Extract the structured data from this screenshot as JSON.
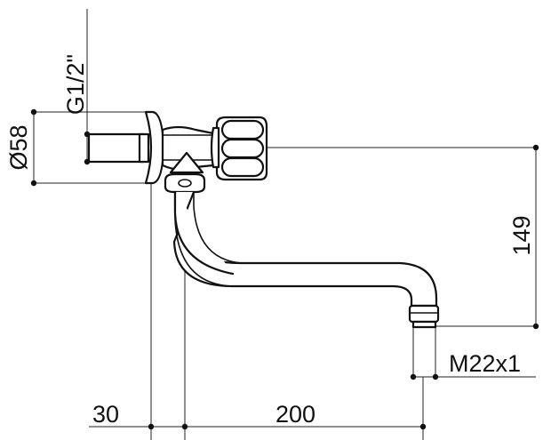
{
  "labels": {
    "thread_inlet": "G1/2\"",
    "diameter_flange": "Ø58",
    "height": "149",
    "thread_outlet": "M22x1",
    "depth": "30",
    "reach": "200"
  },
  "colors": {
    "line": "#111111",
    "background": "#ffffff"
  }
}
